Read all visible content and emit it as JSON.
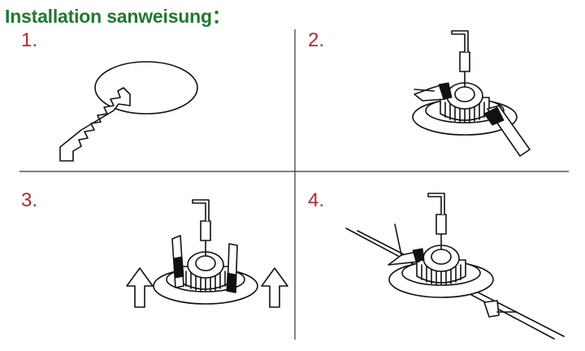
{
  "title": "Installation sanweisung：",
  "steps": [
    "1.",
    "2.",
    "3.",
    "4."
  ],
  "colors": {
    "title": "#1f7a2e",
    "step_number": "#b3262b",
    "line": "#111111"
  }
}
